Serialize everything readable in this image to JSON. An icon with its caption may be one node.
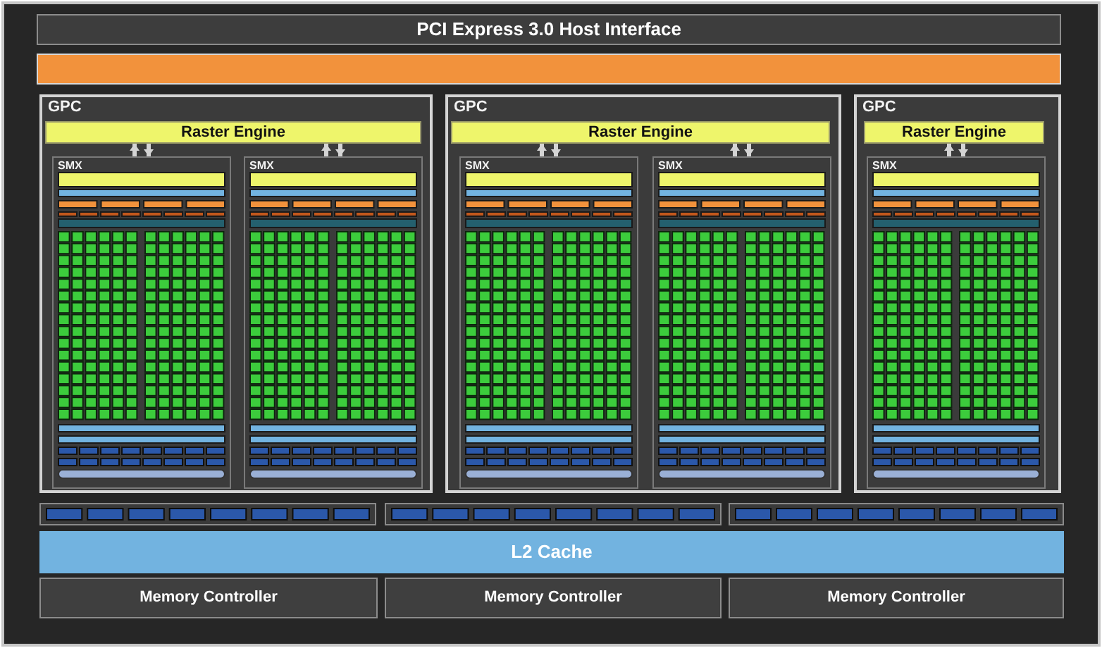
{
  "diagram": {
    "nodes": [
      {
        "text": [
          "PCI Express 3.0 Host Interface"
        ]
      },
      {
        "text": [],
        "shape": "bar"
      },
      {
        "text": [
          "GPC"
        ]
      },
      {
        "text": [
          "Raster Engine"
        ],
        "in": 2
      },
      {
        "text": [
          "SMX"
        ],
        "in": 2
      },
      {
        "text": [],
        "shape": "bar",
        "in": 4
      },
      {
        "text": [
          "SMX"
        ],
        "in": 2
      },
      {
        "text": [],
        "shape": "bar",
        "in": 6
      },
      {
        "text": [
          "GPC"
        ]
      },
      {
        "text": [
          "Raster Engine"
        ],
        "in": 8
      },
      {
        "text": [
          "SMX"
        ],
        "in": 8
      },
      {
        "text": [],
        "shape": "bar",
        "in": 10
      },
      {
        "text": [
          "SMX"
        ],
        "in": 8
      },
      {
        "text": [],
        "shape": "bar",
        "in": 12
      },
      {
        "text": [
          "GPC"
        ]
      },
      {
        "text": [
          "Raster Engine"
        ],
        "in": 14
      },
      {
        "text": [
          "SMX"
        ],
        "in": 14
      },
      {
        "text": [],
        "shape": "bar",
        "in": 16
      },
      {
        "text": [
          "L2 Cache"
        ]
      },
      {
        "text": [
          "Memory Controller"
        ]
      },
      {
        "text": [
          "Memory Controller"
        ]
      },
      {
        "text": [
          "Memory Controller"
        ]
      }
    ],
    "edges": [
      {
        "from": 4,
        "to": 3,
        "arrow": "to"
      },
      {
        "from": 3,
        "to": 4,
        "arrow": "to"
      },
      {
        "from": 6,
        "to": 3,
        "arrow": "to"
      },
      {
        "from": 3,
        "to": 6,
        "arrow": "to"
      },
      {
        "from": 10,
        "to": 9,
        "arrow": "to"
      },
      {
        "from": 9,
        "to": 10,
        "arrow": "to"
      },
      {
        "from": 12,
        "to": 9,
        "arrow": "to"
      },
      {
        "from": 9,
        "to": 12,
        "arrow": "to"
      },
      {
        "from": 16,
        "to": 15,
        "arrow": "to"
      },
      {
        "from": 15,
        "to": 16,
        "arrow": "to"
      }
    ]
  }
}
